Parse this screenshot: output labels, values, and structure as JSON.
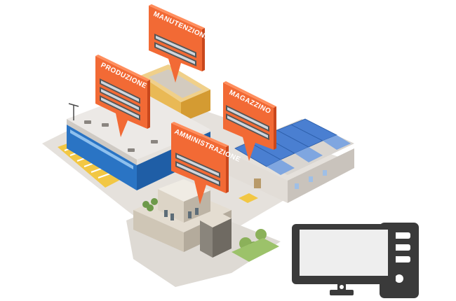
{
  "labels": {
    "manutenzione": "MANUTENZIONE",
    "produzione": "PRODUZIONE",
    "magazzino": "MAGAZZINO",
    "amministrazione": "AMMINISTRAZIONE"
  },
  "colors": {
    "label_orange": "#f26a35",
    "label_orange_dark": "#c9471c",
    "factory_blue": "#2a74c4",
    "warehouse_blue": "#4a7fd1",
    "ground": "#e8e4df",
    "computer_dark": "#3a3a3a",
    "screen": "#eeeeee"
  },
  "icons": {
    "server_rack": "server-rack-icon",
    "computer": "desktop-computer-icon"
  }
}
